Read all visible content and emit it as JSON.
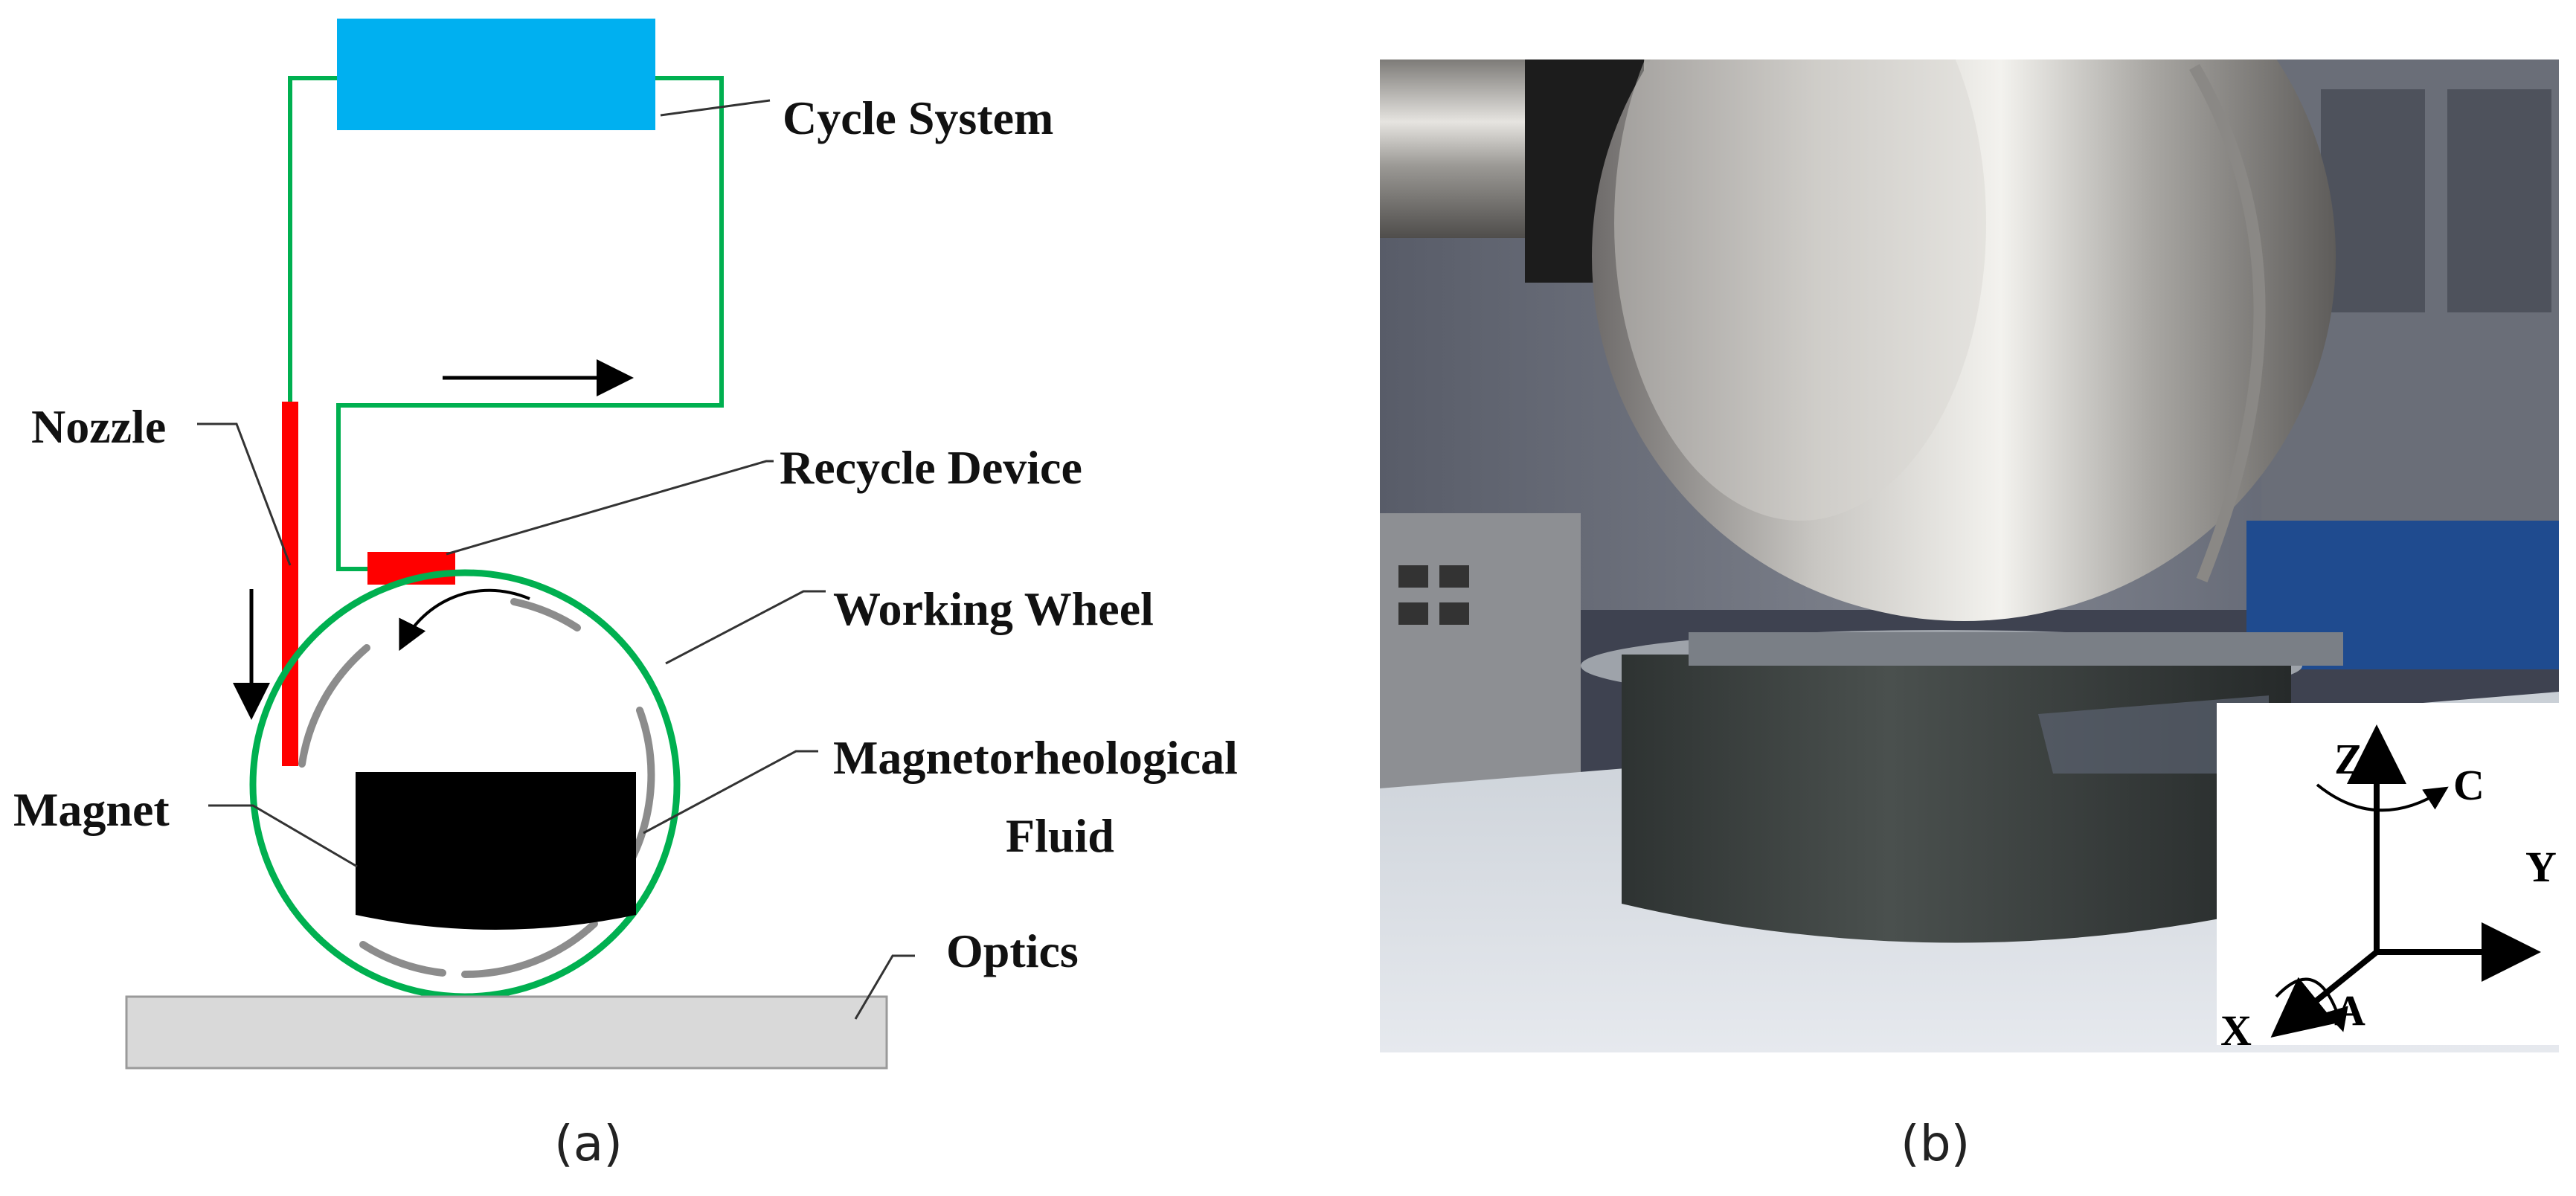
{
  "panel_a": {
    "labels": {
      "cycle_system": "Cycle System",
      "nozzle": "Nozzle",
      "recycle_device": "Recycle Device",
      "working_wheel": "Working Wheel",
      "mr_fluid_line1": "Magnetorheological",
      "mr_fluid_line2": "Fluid",
      "magnet": "Magnet",
      "optics": "Optics"
    },
    "caption": "(a)",
    "colors": {
      "cycle_box": "#00b0f0",
      "pipe": "#00b050",
      "nozzle": "#ff0000",
      "recycle": "#ff0000",
      "wheel": "#00b050",
      "fluid": "#808080",
      "magnet": "#000000",
      "optics": "#d9d9d9"
    }
  },
  "panel_b": {
    "caption": "(b)",
    "axes": {
      "z": "Z",
      "c": "C",
      "y": "Y",
      "x": "X",
      "a": "A"
    }
  }
}
